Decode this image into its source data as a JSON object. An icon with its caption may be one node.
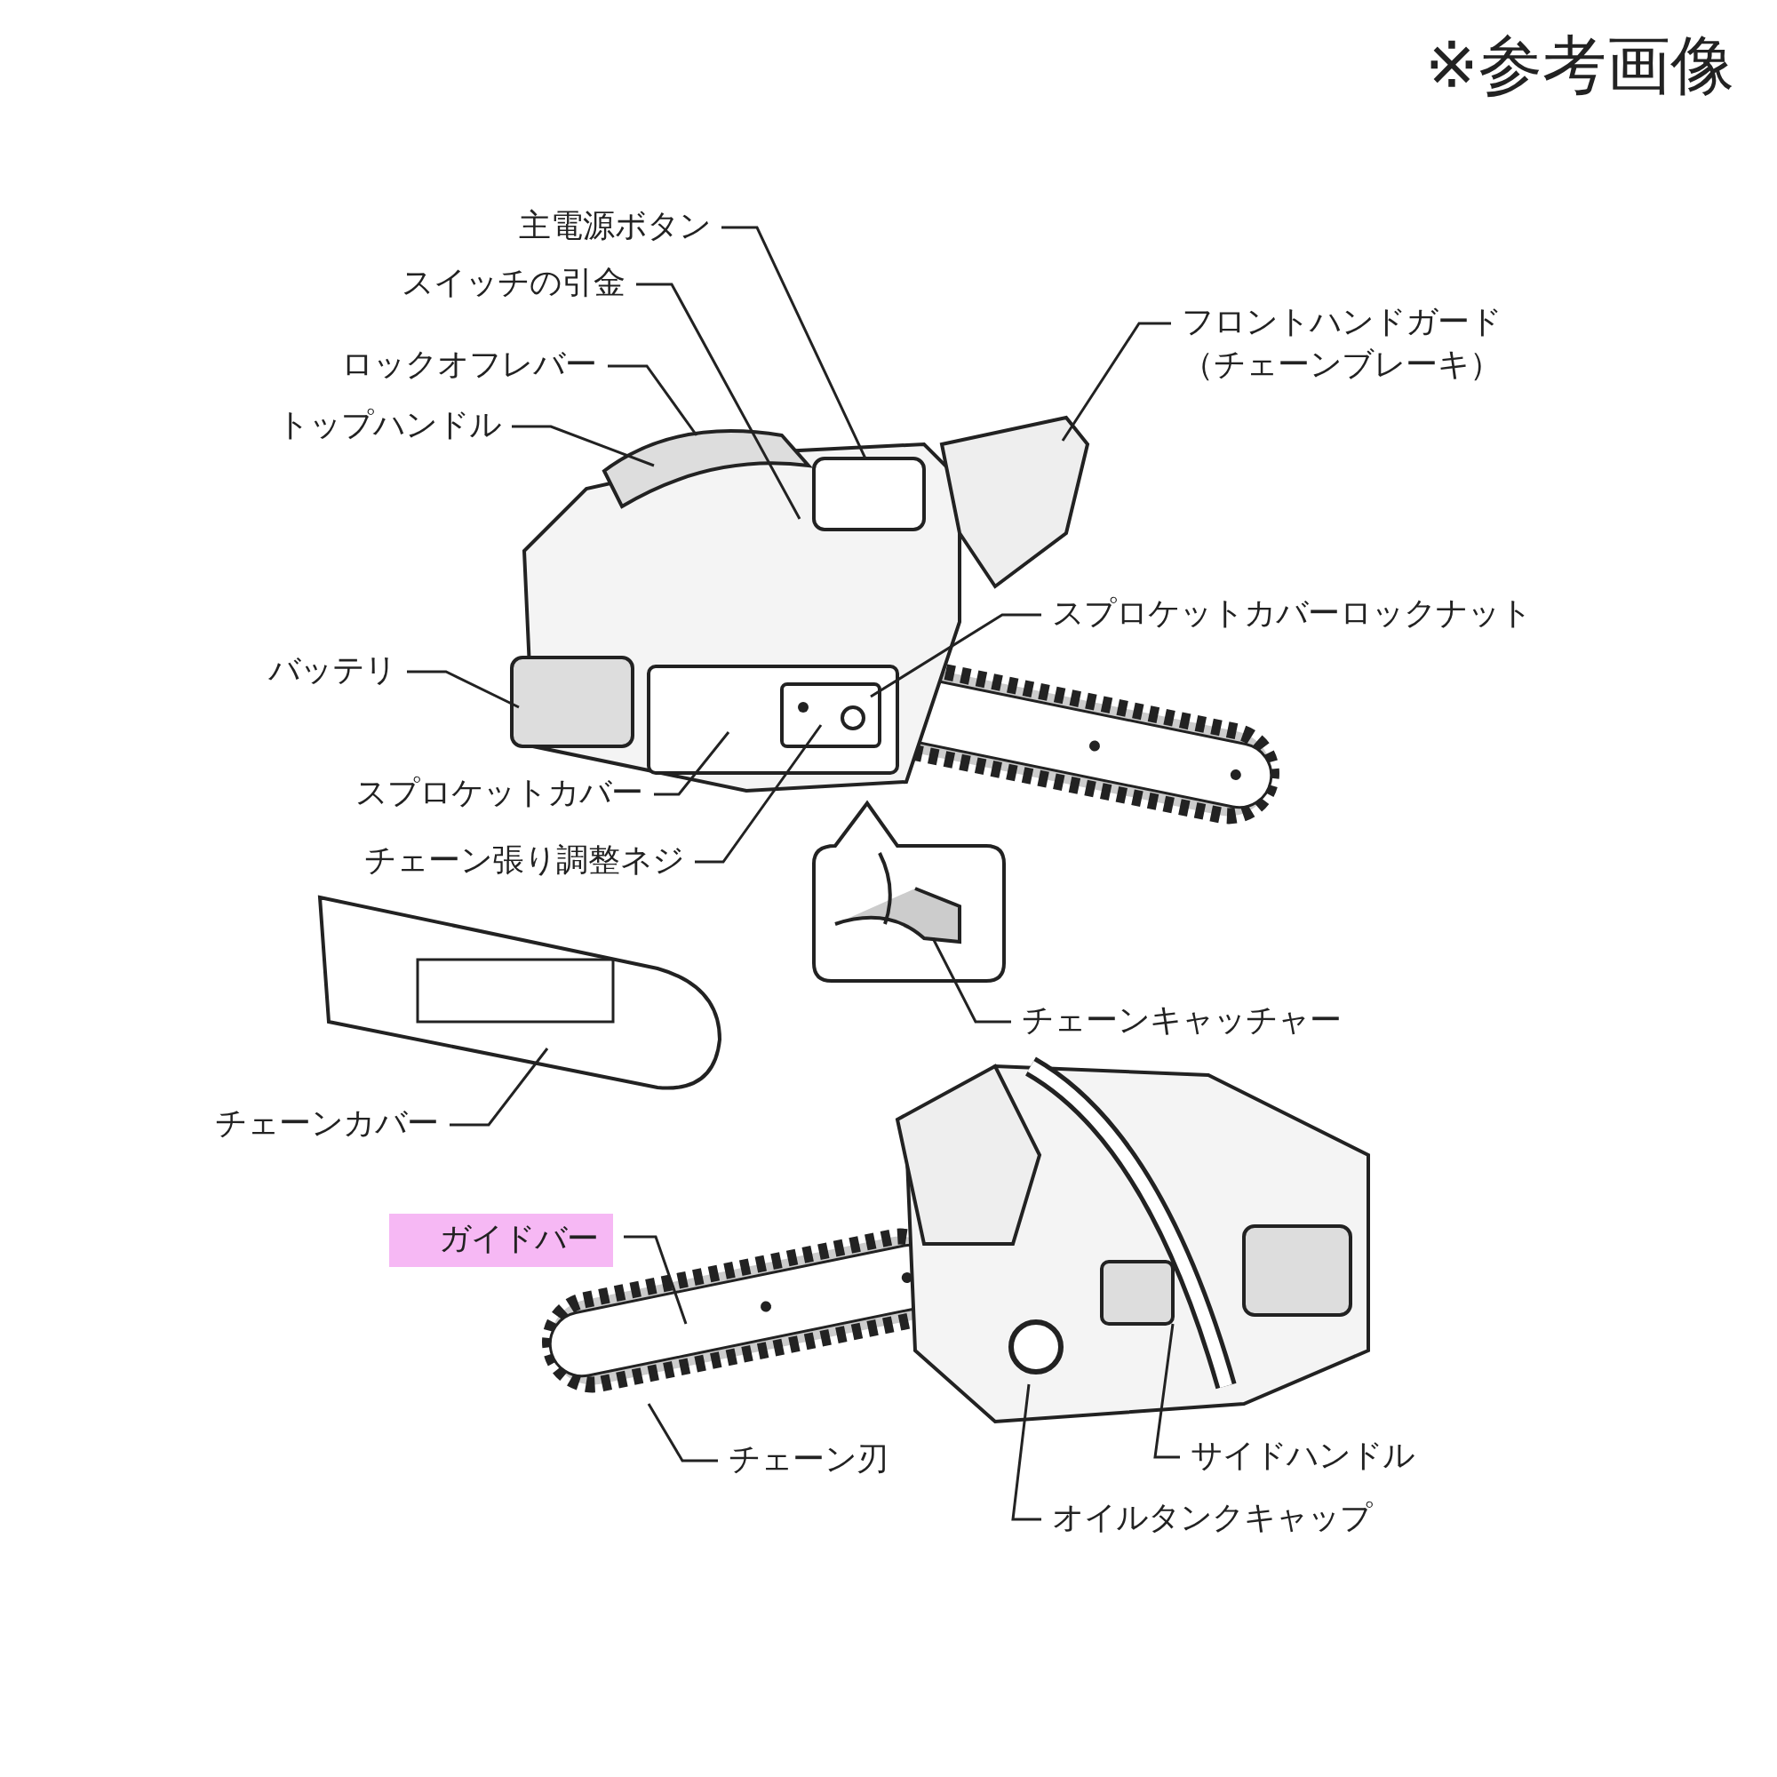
{
  "diagram": {
    "nodes": [
      {
        "text": [
          "主電源ボタン"
        ]
      },
      {
        "text": [
          "スイッチの引金"
        ]
      },
      {
        "text": [
          "ロックオフレバー"
        ]
      },
      {
        "text": [
          "トップハンドル"
        ]
      },
      {
        "text": [
          "フロントハンドガード（チェーンブレーキ）"
        ]
      },
      {
        "text": [
          "スプロケットカバーロックナット"
        ]
      },
      {
        "text": [
          "バッテリ"
        ]
      },
      {
        "text": [
          "スプロケットカバー"
        ]
      },
      {
        "text": [
          "チェーン張り調整ネジ"
        ]
      },
      {
        "text": [
          "チェーンキャッチャー"
        ]
      },
      {
        "text": [
          "チェーンカバー"
        ]
      },
      {
        "text": [
          "ガイドバー"
        ]
      },
      {
        "text": [
          "チェーン刃"
        ]
      },
      {
        "text": [
          "サイドハンドル"
        ]
      },
      {
        "text": [
          "オイルタンクキャップ"
        ]
      }
    ],
    "edges": [
      {
        "from": 0,
        "to": null,
        "arrow": "none"
      },
      {
        "from": 1,
        "to": null,
        "arrow": "none"
      },
      {
        "from": 2,
        "to": null,
        "arrow": "none"
      },
      {
        "from": 3,
        "to": null,
        "arrow": "none"
      },
      {
        "from": 4,
        "to": null,
        "arrow": "none"
      },
      {
        "from": 5,
        "to": null,
        "arrow": "none"
      },
      {
        "from": 6,
        "to": null,
        "arrow": "none"
      },
      {
        "from": 7,
        "to": null,
        "arrow": "none"
      },
      {
        "from": 8,
        "to": null,
        "arrow": "none"
      },
      {
        "from": 9,
        "to": null,
        "arrow": "none"
      },
      {
        "from": 10,
        "to": null,
        "arrow": "none"
      },
      {
        "from": 11,
        "to": null,
        "arrow": "none"
      },
      {
        "from": 12,
        "to": null,
        "arrow": "none"
      },
      {
        "from": 13,
        "to": null,
        "arrow": "none"
      },
      {
        "from": 14,
        "to": null,
        "arrow": "none"
      }
    ],
    "labels": [
      "※参考画像"
    ]
  }
}
